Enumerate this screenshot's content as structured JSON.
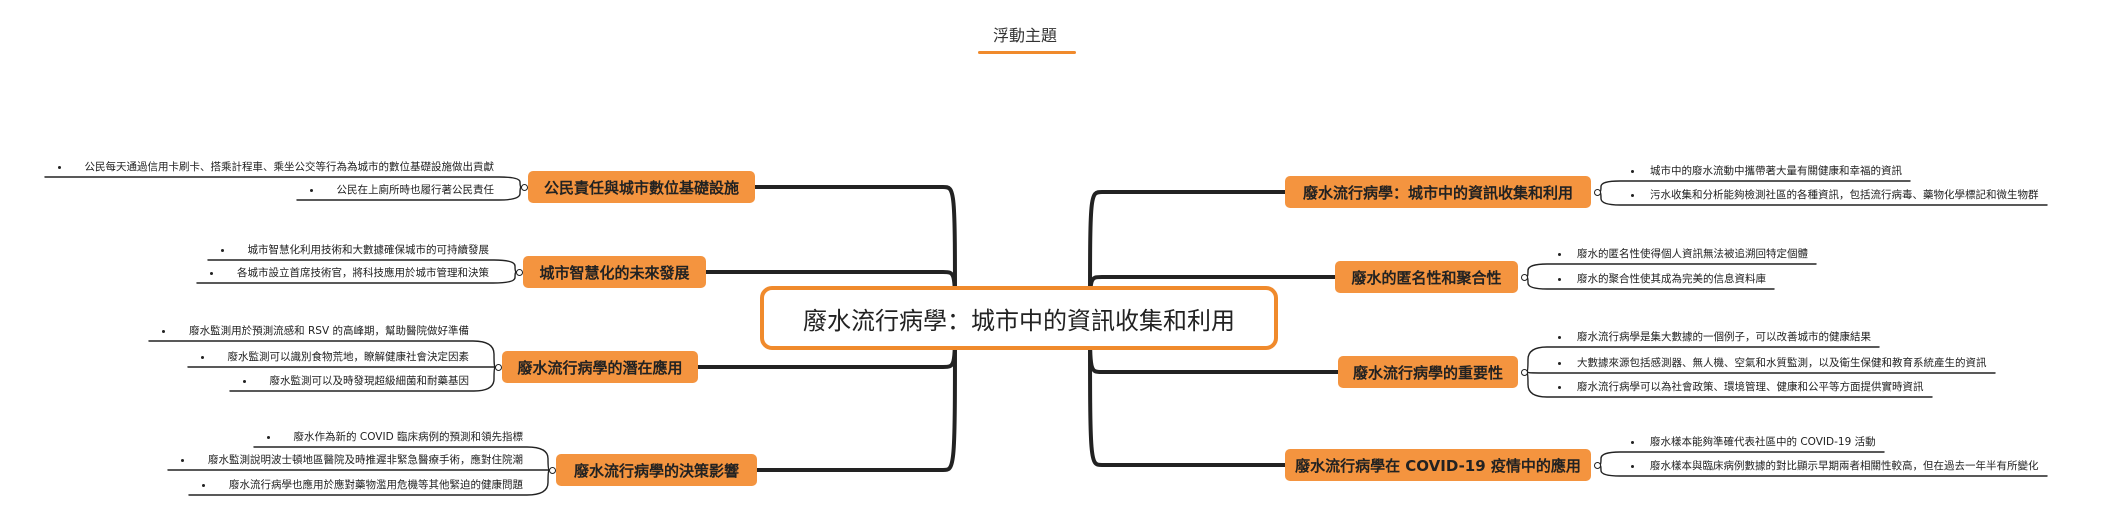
{
  "floating_topic": "浮動主題",
  "central_topic": "廢水流行病學：城市中的資訊收集和利用",
  "colors": {
    "accent": "#f08a2c",
    "branch_fill": "#f4943f",
    "line": "#222222"
  },
  "branches_left": [
    {
      "title": "公民責任與城市數位基礎設施",
      "leaves": [
        "公民每天通過信用卡刷卡、搭乘計程車、乘坐公交等行為為城市的數位基礎設施做出貢獻",
        "公民在上廁所時也履行著公民責任"
      ]
    },
    {
      "title": "城市智慧化的未來發展",
      "leaves": [
        "城市智慧化利用技術和大數據確保城市的可持續發展",
        "各城市設立首席技術官，將科技應用於城市管理和決策"
      ]
    },
    {
      "title": "廢水流行病學的潛在應用",
      "leaves": [
        "廢水監測用於預測流感和 RSV 的高峰期，幫助醫院做好準備",
        "廢水監測可以識別食物荒地，瞭解健康社會決定因素",
        "廢水監測可以及時發現超級細菌和耐藥基因"
      ]
    },
    {
      "title": "廢水流行病學的決策影響",
      "leaves": [
        "廢水作為新的 COVID 臨床病例的預測和領先指標",
        "廢水監測說明波士頓地區醫院及時推遲非緊急醫療手術，應對住院潮",
        "廢水流行病學也應用於應對藥物濫用危機等其他緊迫的健康問題"
      ]
    }
  ],
  "branches_right": [
    {
      "title": "廢水流行病學：城市中的資訊收集和利用",
      "leaves": [
        "城市中的廢水流動中攜帶著大量有關健康和幸福的資訊",
        "污水收集和分析能夠檢測社區的各種資訊，包括流行病毒、藥物化學標記和微生物群"
      ]
    },
    {
      "title": "廢水的匿名性和聚合性",
      "leaves": [
        "廢水的匿名性使得個人資訊無法被追溯回特定個體",
        "廢水的聚合性使其成為完美的信息資料庫"
      ]
    },
    {
      "title": "廢水流行病學的重要性",
      "leaves": [
        "廢水流行病學是集大數據的一個例子，可以改善城市的健康結果",
        "大數據來源包括感測器、無人機、空氣和水質監測，以及衛生保健和教育系統產生的資訊",
        "廢水流行病學可以為社會政策、環境管理、健康和公平等方面提供實時資訊"
      ]
    },
    {
      "title": "廢水流行病學在 COVID-19 疫情中的應用",
      "leaves": [
        "廢水樣本能夠準確代表社區中的 COVID-19 活動",
        "廢水樣本與臨床病例數據的對比顯示早期兩者相關性較高，但在過去一年半有所變化"
      ]
    }
  ]
}
